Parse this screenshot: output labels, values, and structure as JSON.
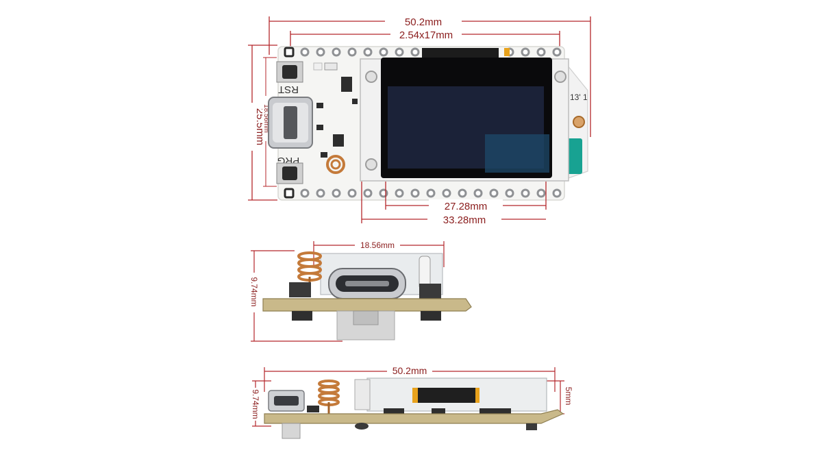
{
  "colors": {
    "dimension": "#b4262a",
    "dimension_text": "#8a1c1c",
    "pcb": "#f5f5f3",
    "pcb_edge": "#d8d8d4",
    "oled": "#1b2238",
    "oled_frame": "#0a0a0c",
    "copper": "#c47a3a",
    "pin": "#8f9194",
    "usb": "#c9cbcf"
  },
  "top_view": {
    "overall_width": "50.2mm",
    "pin_pitch": "2.54x17mm",
    "height": "25.5mm",
    "usb_spacing": "18.56mm",
    "oled_width": "27.28mm",
    "oled_module_width": "33.28mm",
    "silk_rst": "RST",
    "silk_prg": "PRG",
    "silk_antenna": "13' 1"
  },
  "side_view": {
    "width": "18.56mm",
    "height": "9.74mm"
  },
  "front_view": {
    "width": "50.2mm",
    "height": "9.74mm",
    "screen_height": "5mm"
  }
}
